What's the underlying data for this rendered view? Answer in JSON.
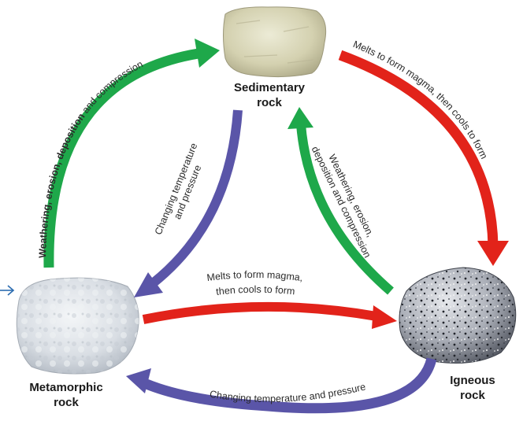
{
  "rocks": {
    "sedimentary": {
      "line1": "Sedimentary",
      "line2": "rock"
    },
    "metamorphic": {
      "line1": "Metamorphic",
      "line2": "rock"
    },
    "igneous": {
      "line1": "Igneous",
      "line2": "rock"
    }
  },
  "arrows": {
    "outer_left_bold": "Weathering, erosion, deposition",
    "outer_left_rest": " and compression",
    "outer_right": "Melts to form magma, then cools to form",
    "inner_left_line1": "Changing temperature",
    "inner_left_line2": "and pressure",
    "inner_right_line1": "Weathering, erosion,",
    "inner_right_line2": "deposition and compression",
    "middle_line1": "Melts to form magma,",
    "middle_line2": "then cools to form",
    "bottom": "Changing temperature and pressure"
  },
  "colors": {
    "green": "#1ea84a",
    "red": "#e2231a",
    "purple": "#5a55a8",
    "pointer": "#2b6cb0"
  }
}
